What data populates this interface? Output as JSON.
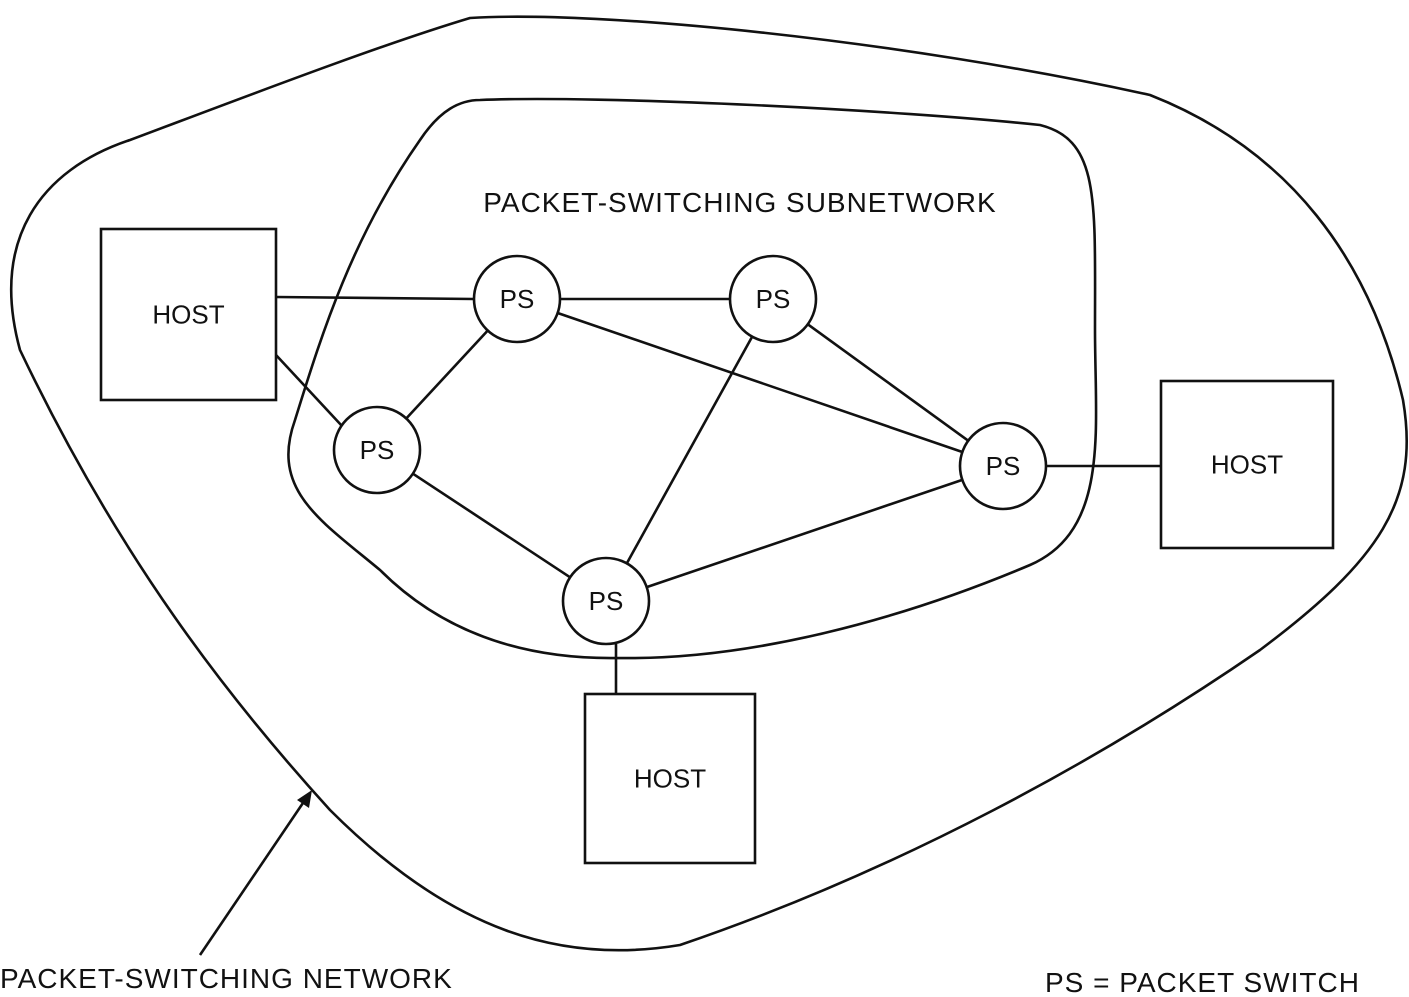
{
  "title_subnetwork": "PACKET-SWITCHING SUBNETWORK",
  "title_network": "PACKET-SWITCHING NETWORK",
  "legend": "PS = PACKET SWITCH",
  "hosts": [
    {
      "id": "host-left",
      "label": "HOST"
    },
    {
      "id": "host-right",
      "label": "HOST"
    },
    {
      "id": "host-bottom",
      "label": "HOST"
    }
  ],
  "switches": [
    {
      "id": "ps-top-left",
      "label": "PS"
    },
    {
      "id": "ps-top-right",
      "label": "PS"
    },
    {
      "id": "ps-left",
      "label": "PS"
    },
    {
      "id": "ps-right",
      "label": "PS"
    },
    {
      "id": "ps-bottom",
      "label": "PS"
    }
  ],
  "links": [
    [
      "host-left",
      "ps-top-left"
    ],
    [
      "host-left",
      "ps-left"
    ],
    [
      "ps-top-left",
      "ps-top-right"
    ],
    [
      "ps-top-left",
      "ps-left"
    ],
    [
      "ps-top-left",
      "ps-right"
    ],
    [
      "ps-top-right",
      "ps-right"
    ],
    [
      "ps-top-right",
      "ps-bottom"
    ],
    [
      "ps-left",
      "ps-bottom"
    ],
    [
      "ps-right",
      "ps-bottom"
    ],
    [
      "ps-right",
      "host-right"
    ],
    [
      "ps-bottom",
      "host-bottom"
    ]
  ]
}
